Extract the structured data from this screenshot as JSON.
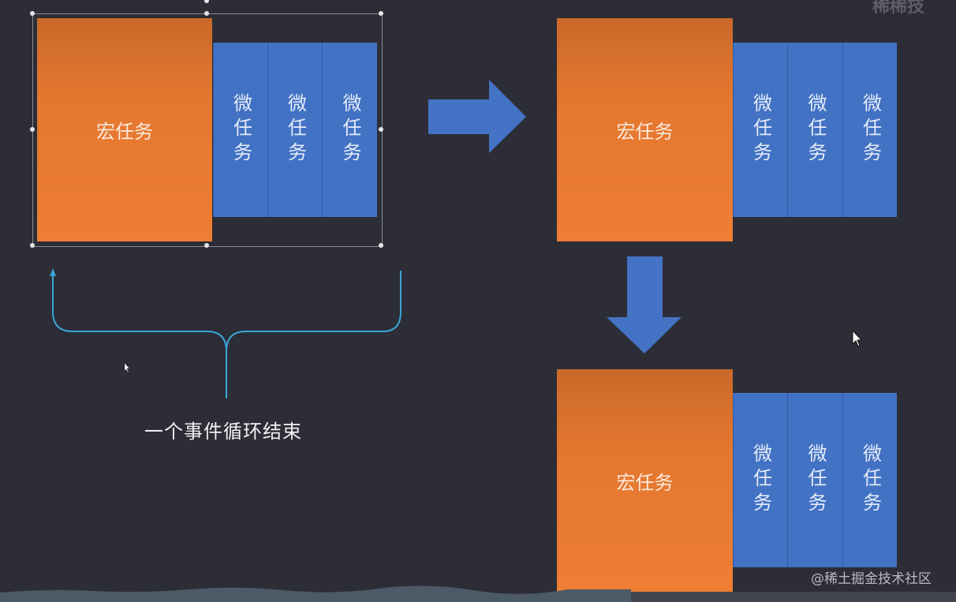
{
  "labels": {
    "macro_task": "宏任务",
    "micro_task": "微任务",
    "event_loop_end": "一个事件循环结束"
  },
  "watermark": "@稀土掘金技术社区",
  "corner_text": "稀稀技",
  "colors": {
    "background": "#2c2d36",
    "macro": "#ee7e33",
    "micro": "#4272c4",
    "arrow": "#4472c4",
    "brace": "#3aa6d6"
  }
}
